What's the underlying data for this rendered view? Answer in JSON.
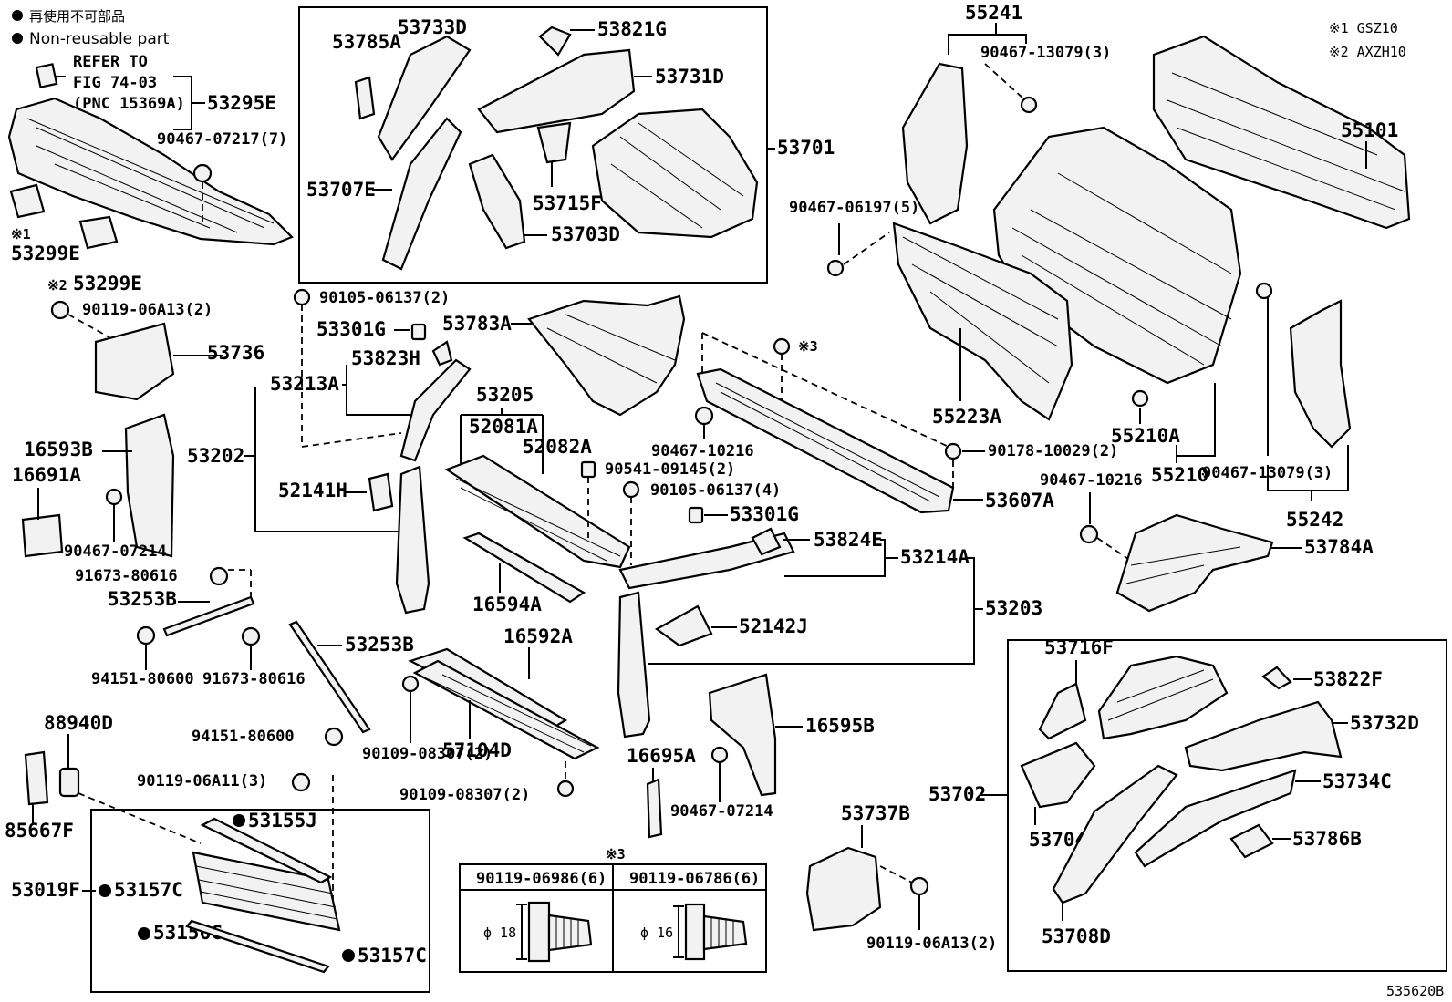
{
  "legend": {
    "jp_text": "再使用不可部品",
    "en_text": "Non-reusable part",
    "note1": "※1 GSZ10",
    "note2": "※2 AXZH10"
  },
  "figure_id": "535620B",
  "refer": {
    "line1": "REFER TO",
    "line2": "FIG 74-03",
    "line3": "(PNC 15369A)"
  },
  "table": {
    "note": "※3",
    "col1_header": "90119-06986(6)",
    "col2_header": "90119-06786(6)",
    "col1_dim": "ϕ 18",
    "col2_dim": "ϕ 16"
  },
  "labels": {
    "p53295E": "53295E",
    "p90467_07217": "90467-07217(7)",
    "p53299E_1": "53299E",
    "p53299E_1_note": "※1",
    "p53299E_2": "53299E",
    "p53299E_2_note": "※2",
    "p90119_06A13_a": "90119-06A13(2)",
    "p53736": "53736",
    "p16593B": "16593B",
    "p16691A": "16691A",
    "p53202": "53202",
    "p90467_07214_a": "90467-07214",
    "p91673_80616_a": "91673-80616",
    "p53253B_a": "53253B",
    "p94151_80600_a": "94151-80600",
    "p91673_80616_b": "91673-80616",
    "p53253B_b": "53253B",
    "p94151_80600_b": "94151-80600",
    "p88940D": "88940D",
    "p85667F": "85667F",
    "p90119_06A11": "90119-06A11(3)",
    "p53155J": "53155J",
    "p53019F": "53019F",
    "p53157C_a": "53157C",
    "p53156G": "53156G",
    "p53157C_b": "53157C",
    "p53785A": "53785A",
    "p53733D": "53733D",
    "p53821G": "53821G",
    "p53731D": "53731D",
    "p53701": "53701",
    "p53707E": "53707E",
    "p53715F": "53715F",
    "p53703D": "53703D",
    "p90105_06137_a": "90105-06137(2)",
    "p53301G_a": "53301G",
    "p53783A": "53783A",
    "p53823H": "53823H",
    "p53213A": "53213A",
    "p53205": "53205",
    "p52081A": "52081A",
    "p52082A": "52082A",
    "p52141H": "52141H",
    "p90467_10216_a": "90467-10216",
    "p90541_09145": "90541-09145(2)",
    "p90105_06137_b": "90105-06137(4)",
    "p53301G_b": "53301G",
    "p53824E": "53824E",
    "p53214A": "53214A",
    "p16594A": "16594A",
    "p53203": "53203",
    "p52142J": "52142J",
    "p16592A": "16592A",
    "p90109_08307_a": "90109-08307(2)",
    "p57104D": "57104D",
    "p90109_08307_b": "90109-08307(2)",
    "p16695A": "16695A",
    "p16595B": "16595B",
    "p90467_07214_b": "90467-07214",
    "p53737B": "53737B",
    "p90119_06A13_b": "90119-06A13(2)",
    "p90178_10029": "90178-10029(2)",
    "p53607A": "53607A",
    "p_note3": "※3",
    "p55241": "55241",
    "p90467_13079_a": "90467-13079(3)",
    "p55101": "55101",
    "p90467_06197": "90467-06197(5)",
    "p55223A": "55223A",
    "p55210A": "55210A",
    "p55210": "55210",
    "p90467_13079_b": "90467-13079(3)",
    "p55242": "55242",
    "p90467_10216_b": "90467-10216",
    "p53784A": "53784A",
    "p53716F": "53716F",
    "p53822F": "53822F",
    "p53732D": "53732D",
    "p53702": "53702",
    "p53734C": "53734C",
    "p53704G": "53704G",
    "p53786B": "53786B",
    "p53708D": "53708D"
  }
}
